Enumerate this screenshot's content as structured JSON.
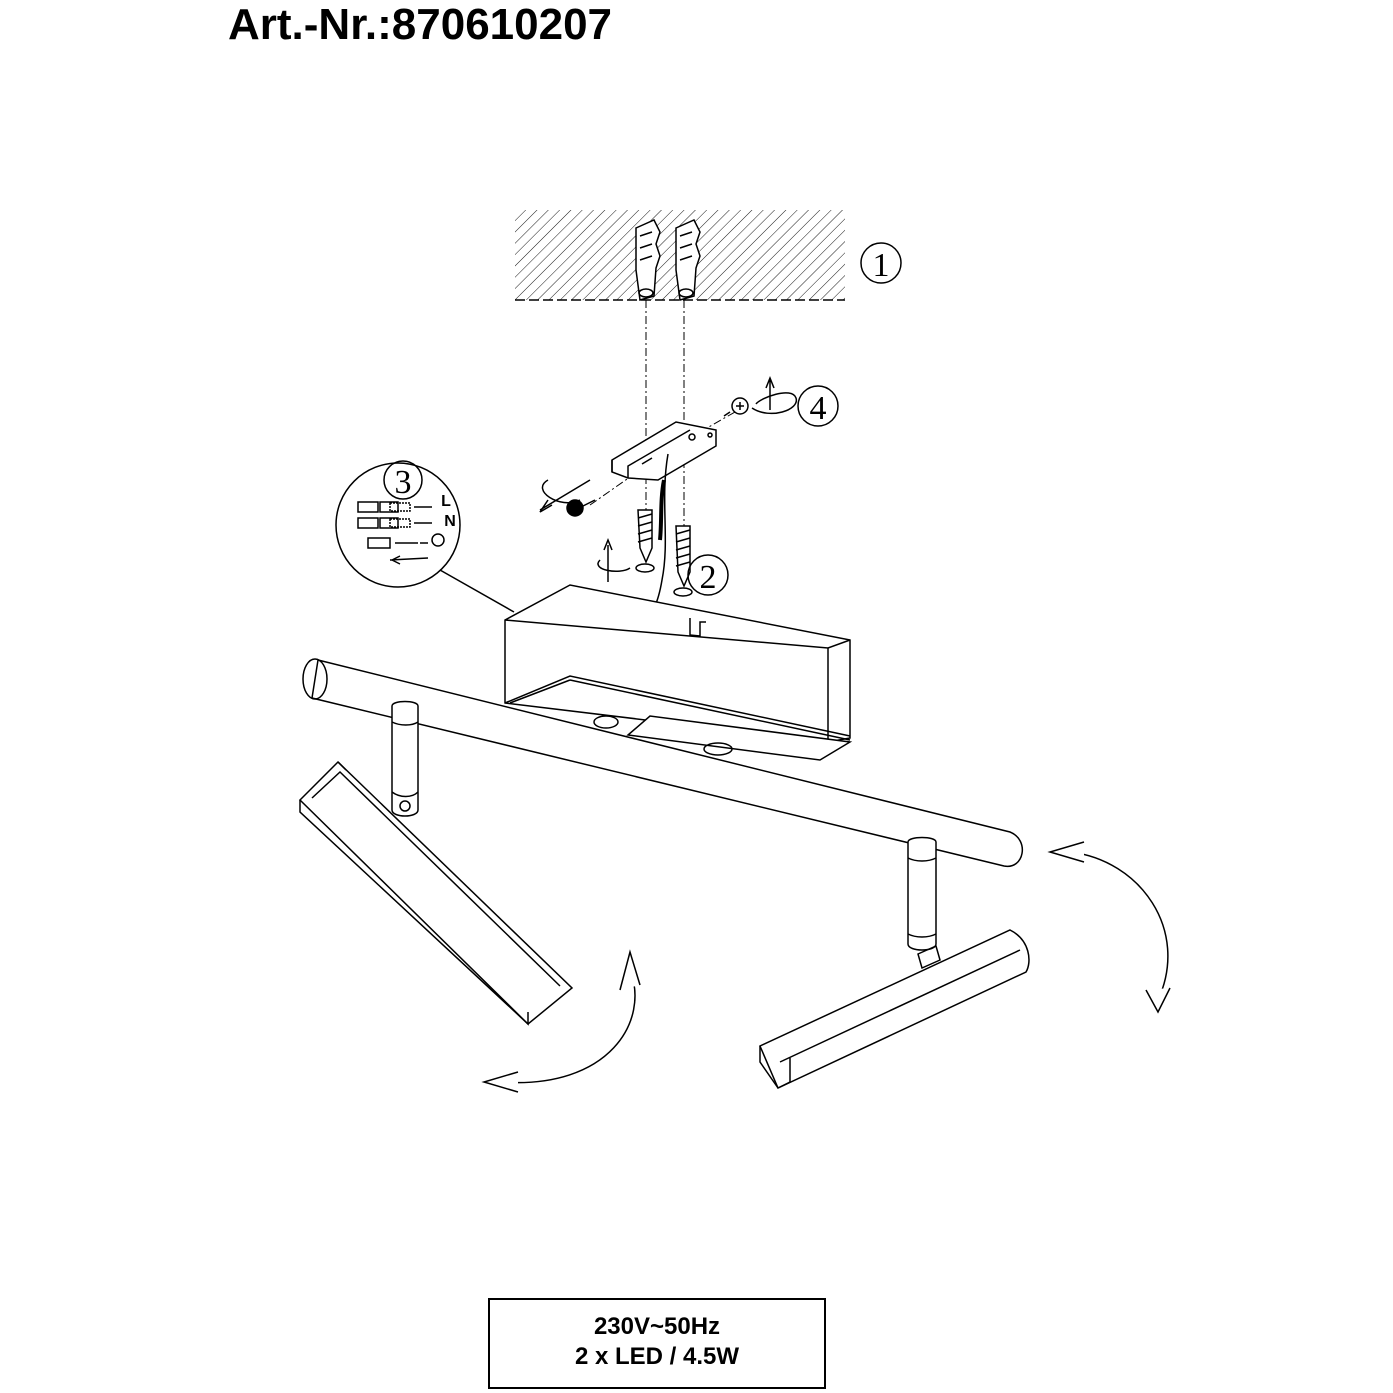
{
  "header": {
    "article_number": "Art.-Nr.:870610207"
  },
  "callouts": [
    "1",
    "2",
    "3",
    "4"
  ],
  "wiring": {
    "live": "L",
    "neutral": "N"
  },
  "spec": {
    "voltage": "230V~50Hz",
    "lamps": "2 x LED / 4.5W"
  },
  "colors": {
    "ink": "#000000",
    "background": "#ffffff"
  }
}
